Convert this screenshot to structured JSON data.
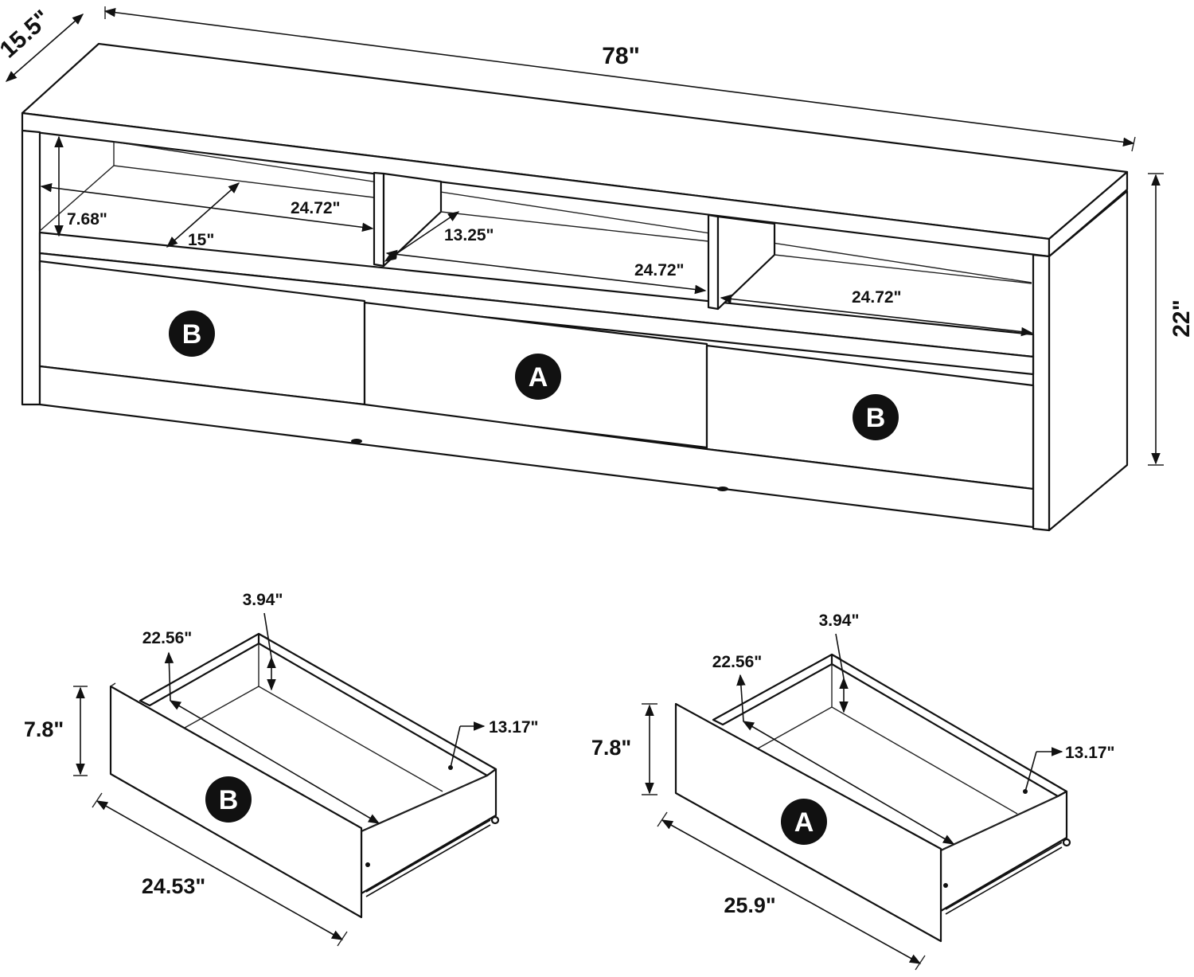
{
  "cabinet": {
    "overall_width": "78\"",
    "overall_depth": "15.5\"",
    "overall_height": "22\"",
    "shelf_height": "7.68\"",
    "shelf_depth": "15\"",
    "left_shelf_width": "24.72\"",
    "middle_shelf_depth": "13.25\"",
    "middle_shelf_width": "24.72\"",
    "right_shelf_width": "24.72\"",
    "drawer_labels": [
      "B",
      "A",
      "B"
    ]
  },
  "drawer_b": {
    "label": "B",
    "height": "7.8\"",
    "width": "24.53\"",
    "interior_depth": "22.56\"",
    "interior_height": "3.94\"",
    "interior_width": "13.17\""
  },
  "drawer_a": {
    "label": "A",
    "height": "7.8\"",
    "width": "25.9\"",
    "interior_depth": "22.56\"",
    "interior_height": "3.94\"",
    "interior_width": "13.17\""
  }
}
